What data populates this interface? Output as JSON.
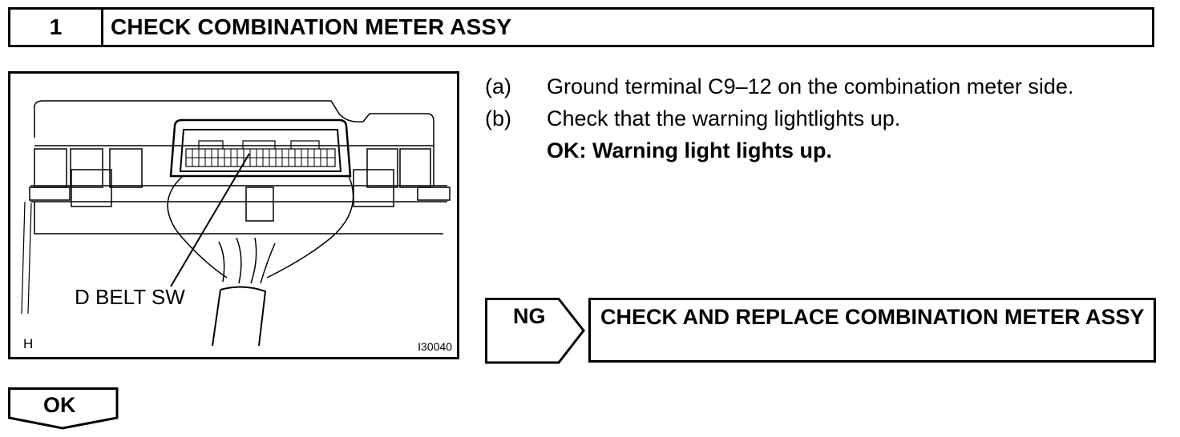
{
  "header": {
    "step_number": "1",
    "title": "CHECK COMBINATION METER ASSY"
  },
  "figure": {
    "callout": "D BELT SW",
    "corner_mark": "H",
    "figure_id": "I30040"
  },
  "instructions": {
    "steps": [
      {
        "label": "(a)",
        "text": "Ground terminal C9–12 on the combination meter side."
      },
      {
        "label": "(b)",
        "text": "Check that the warning lightlights up."
      }
    ],
    "ok_spec": "OK: Warning light lights up."
  },
  "ng_branch": {
    "label": "NG",
    "action": "CHECK AND REPLACE COMBINATION METER ASSY"
  },
  "ok_branch": {
    "label": "OK"
  }
}
